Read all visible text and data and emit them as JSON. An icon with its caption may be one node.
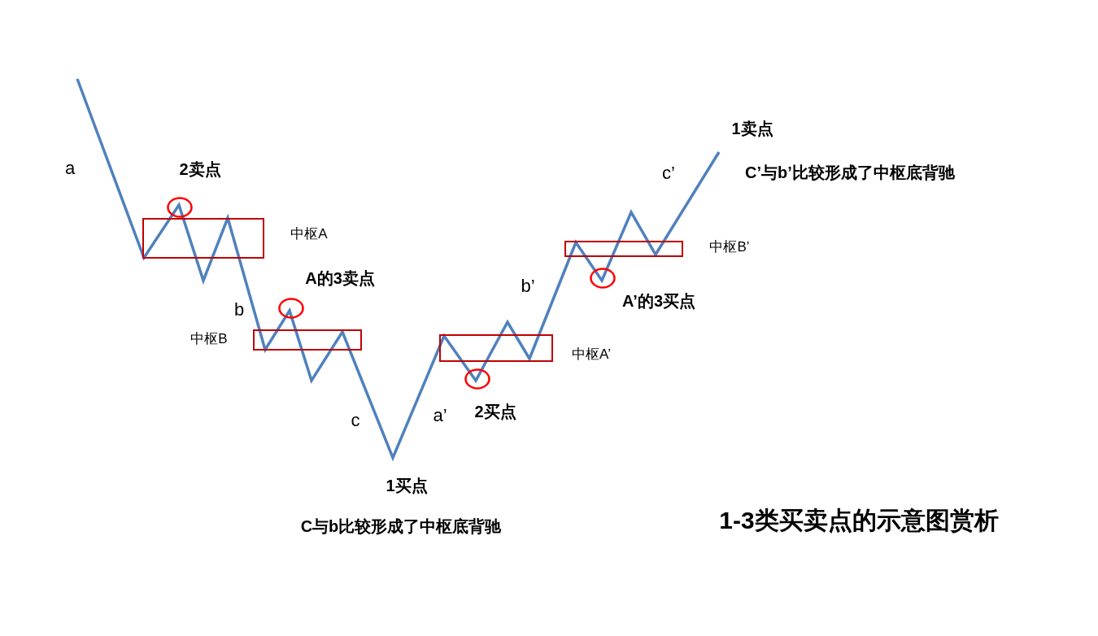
{
  "diagram": {
    "title": "1-3类买卖点的示意图赏析",
    "nodes": [
      {
        "text": [],
        "shape": "box",
        "beside": [
          "中枢A"
        ]
      },
      {
        "text": [],
        "shape": "box",
        "beside": [
          "中枢B"
        ]
      },
      {
        "text": [],
        "shape": "box",
        "beside": [
          "中枢A’"
        ]
      },
      {
        "text": [],
        "shape": "box",
        "beside": [
          "中枢B’"
        ]
      },
      {
        "text": [],
        "shape": "circle",
        "beside": [
          "2卖点"
        ]
      },
      {
        "text": [],
        "shape": "circle",
        "beside": [
          "A的3卖点"
        ]
      },
      {
        "text": [],
        "shape": "circle",
        "beside": [
          "2买点"
        ]
      },
      {
        "text": [],
        "shape": "circle",
        "beside": [
          "A’的3买点"
        ]
      }
    ],
    "labels": [
      "1卖点",
      "a",
      "c’",
      "C’与b’比较形成了中枢底背驰",
      "b’",
      "b",
      "a’",
      "c",
      "1买点",
      "C与b比较形成了中枢底背驰"
    ]
  }
}
